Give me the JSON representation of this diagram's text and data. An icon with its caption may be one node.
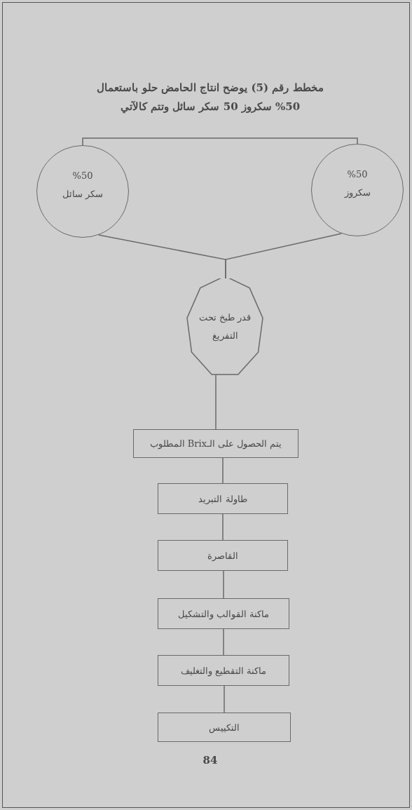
{
  "diagram": {
    "title": "مخطط رقم (5) يوضح انتاج الحامض حلو باستعمال 50% سكروز 50 سكر سائل وتتم كالآتي",
    "nodes": [
      {
        "text": [
          "%50",
          "سكر سائل"
        ]
      },
      {
        "text": [
          "%50",
          "سكروز"
        ]
      },
      {
        "text": [
          "قدر طبخ تحت التفريغ"
        ]
      },
      {
        "text": [
          "يتم الحصول على الـBrix المطلوب"
        ]
      },
      {
        "text": [
          "طاولة التبريد"
        ]
      },
      {
        "text": [
          "القاصرة"
        ]
      },
      {
        "text": [
          "ماكنة القوالب والتشكيل"
        ]
      },
      {
        "text": [
          "ماكنة التقطيع والتغليف"
        ]
      },
      {
        "text": [
          "التكييس"
        ]
      }
    ],
    "edges": [
      {
        "from": 0,
        "to": 1,
        "arrow": "none"
      },
      {
        "from": 0,
        "to": 2,
        "arrow": "none"
      },
      {
        "from": 1,
        "to": 2,
        "arrow": "none"
      },
      {
        "from": 2,
        "to": 3,
        "arrow": "none"
      },
      {
        "from": 3,
        "to": 4,
        "arrow": "none"
      },
      {
        "from": 4,
        "to": 5,
        "arrow": "none"
      },
      {
        "from": 5,
        "to": 6,
        "arrow": "none"
      },
      {
        "from": 6,
        "to": 7,
        "arrow": "none"
      },
      {
        "from": 7,
        "to": 8,
        "arrow": "none"
      }
    ],
    "labels": [
      "84"
    ]
  }
}
